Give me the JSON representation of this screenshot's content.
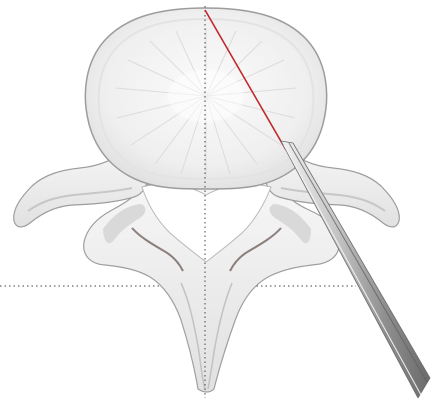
{
  "image": {
    "subject": "lumbar-vertebra-axial-view",
    "colors": {
      "background": "#ffffff",
      "bone_fill": "#efefef",
      "bone_fill_light": "#f7f7f7",
      "bone_shadow": "#c9c9c9",
      "bone_outline": "#9a9a9a",
      "bone_dark": "#7b6f6a",
      "trajectory_line": "#c0282d",
      "guide_line": "#444444",
      "needle_light": "#d9d9d9",
      "needle_mid": "#a8a8a8",
      "needle_dark": "#6f6f6f"
    },
    "icons": {
      "vertebra": "vertebra-illustration",
      "needle": "needle-instrument",
      "trajectory": "red-trajectory-line",
      "midline": "vertical-dotted-midline",
      "horizontal_reference": "horizontal-dotted-reference-line"
    }
  }
}
